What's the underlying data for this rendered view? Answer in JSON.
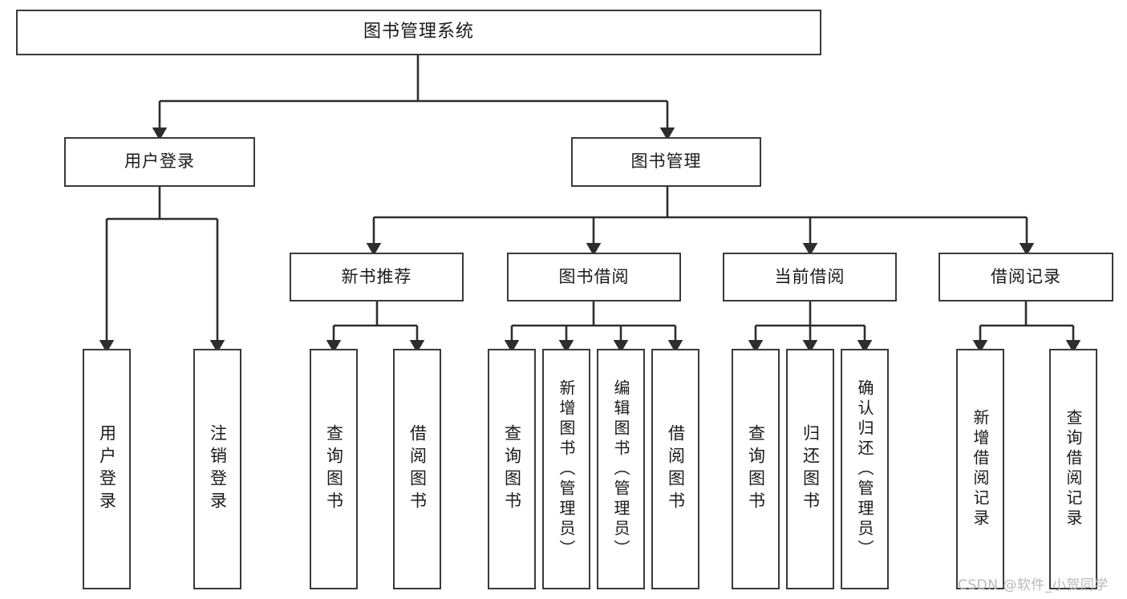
{
  "diagram": {
    "title": "图书管理系统",
    "type": "tree-hierarchy",
    "root": {
      "label": "图书管理系统"
    },
    "level2": [
      {
        "label": "用户登录"
      },
      {
        "label": "图书管理"
      }
    ],
    "level3": [
      {
        "label": "新书推荐",
        "parent": "图书管理"
      },
      {
        "label": "图书借阅",
        "parent": "图书管理"
      },
      {
        "label": "当前借阅",
        "parent": "图书管理"
      },
      {
        "label": "借阅记录",
        "parent": "图书管理"
      }
    ],
    "leaves": {
      "user_login": [
        {
          "label": "用户登录"
        },
        {
          "label": "注销登录"
        }
      ],
      "new_book_recommend": [
        {
          "label": "查询图书"
        },
        {
          "label": "借阅图书"
        }
      ],
      "book_borrow": [
        {
          "label": "查询图书"
        },
        {
          "label": "新增图书（管理员）"
        },
        {
          "label": "编辑图书（管理员）"
        },
        {
          "label": "借阅图书"
        }
      ],
      "current_borrow": [
        {
          "label": "查询图书"
        },
        {
          "label": "归还图书"
        },
        {
          "label": "确认归还（管理员）"
        }
      ],
      "borrow_record": [
        {
          "label": "新增借阅记录"
        },
        {
          "label": "查询借阅记录"
        }
      ]
    }
  },
  "watermark": {
    "text": "CSDN @软件_小贺同学"
  },
  "colors": {
    "border": "#3a3a3a",
    "text": "#1a1a1a",
    "background": "#ffffff",
    "watermark": "#b9b9b9"
  }
}
